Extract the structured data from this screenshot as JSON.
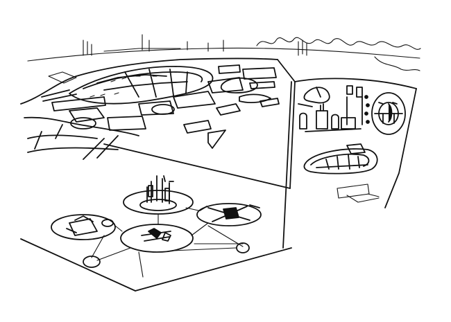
{
  "image": {
    "kind": "architectural-sketch",
    "background_color": "#ffffff",
    "ink_color": "#111111"
  },
  "panels": [
    "aerial-city-overview",
    "site-plan-clusters",
    "building-study-detail"
  ]
}
